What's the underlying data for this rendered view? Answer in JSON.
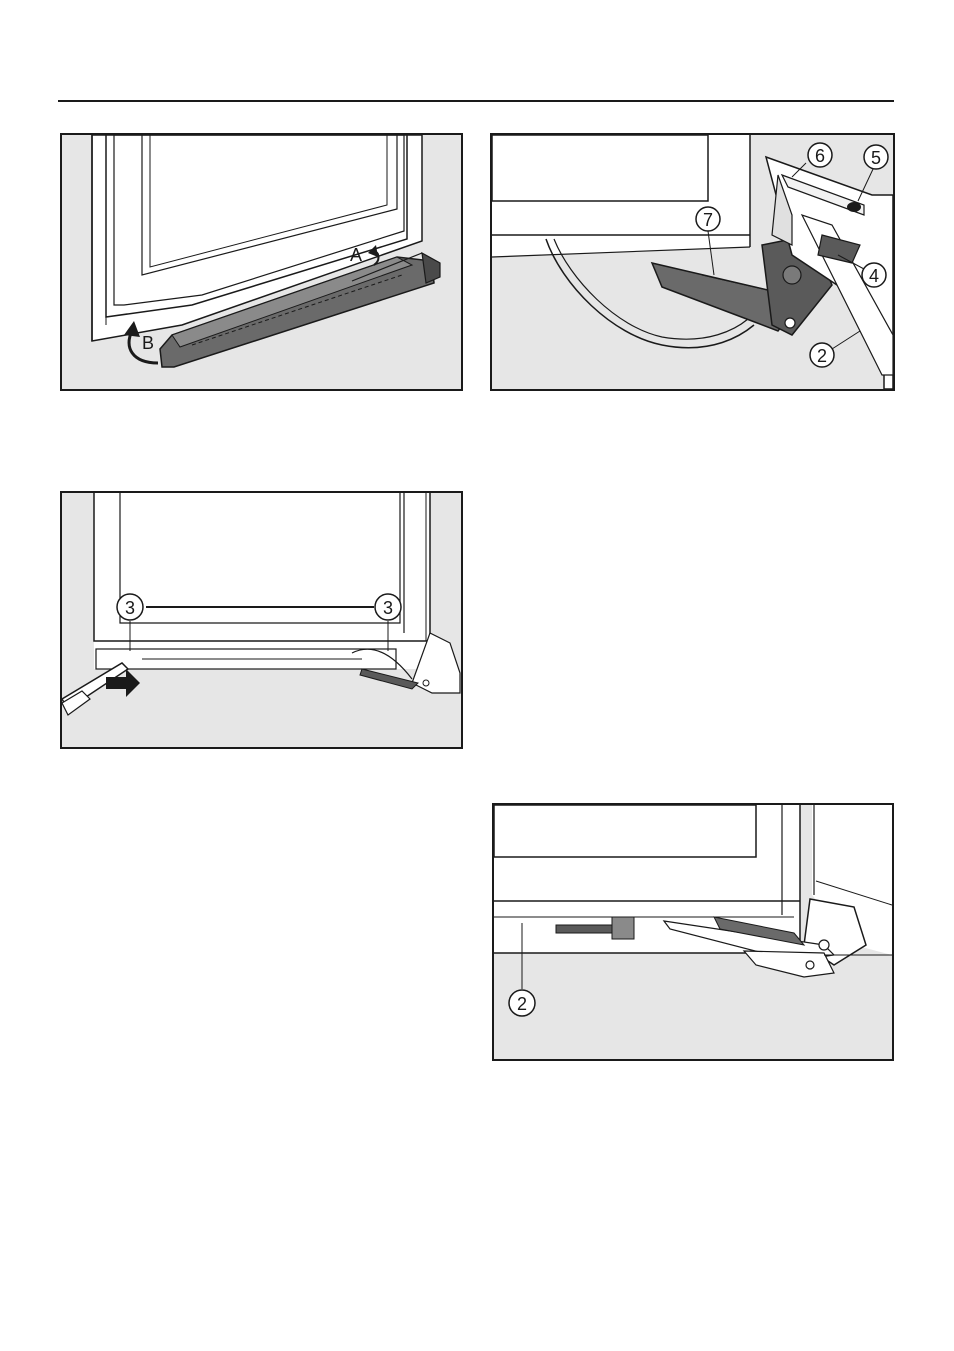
{
  "figures": [
    {
      "id": "fig1",
      "labels": {
        "a": "A",
        "b": "B"
      }
    },
    {
      "id": "fig2",
      "callouts": [
        "6",
        "5",
        "7",
        "4",
        "2"
      ]
    },
    {
      "id": "fig3",
      "callouts": [
        "3",
        "3"
      ]
    },
    {
      "id": "fig4",
      "callouts": [
        "2"
      ]
    }
  ]
}
